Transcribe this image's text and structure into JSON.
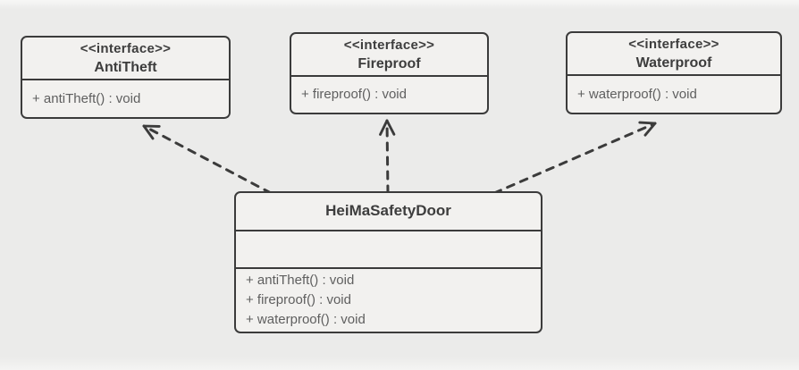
{
  "diagram_type": "uml-class-diagram",
  "interfaces": [
    {
      "stereotype": "<<interface>>",
      "name": "AntiTheft",
      "methods": [
        "+ antiTheft() : void"
      ]
    },
    {
      "stereotype": "<<interface>>",
      "name": "Fireproof",
      "methods": [
        "+ fireproof() : void"
      ]
    },
    {
      "stereotype": "<<interface>>",
      "name": "Waterproof",
      "methods": [
        "+ waterproof() : void"
      ]
    }
  ],
  "main_class": {
    "name": "HeiMaSafetyDoor",
    "fields": [],
    "methods": [
      "+ antiTheft() : void",
      "+ fireproof() : void",
      "+ waterproof() : void"
    ]
  },
  "relations": [
    {
      "from": "HeiMaSafetyDoor",
      "to": "AntiTheft",
      "type": "realization",
      "line_style": "dashed",
      "arrow": "open"
    },
    {
      "from": "HeiMaSafetyDoor",
      "to": "Fireproof",
      "type": "realization",
      "line_style": "dashed",
      "arrow": "open"
    },
    {
      "from": "HeiMaSafetyDoor",
      "to": "Waterproof",
      "type": "realization",
      "line_style": "dashed",
      "arrow": "open"
    }
  ],
  "colors": {
    "background": "#ebebea",
    "box_fill": "#f2f1ef",
    "border": "#3b3b3b",
    "heading_text": "#3d3d3d",
    "method_text": "#5f5f5f"
  }
}
